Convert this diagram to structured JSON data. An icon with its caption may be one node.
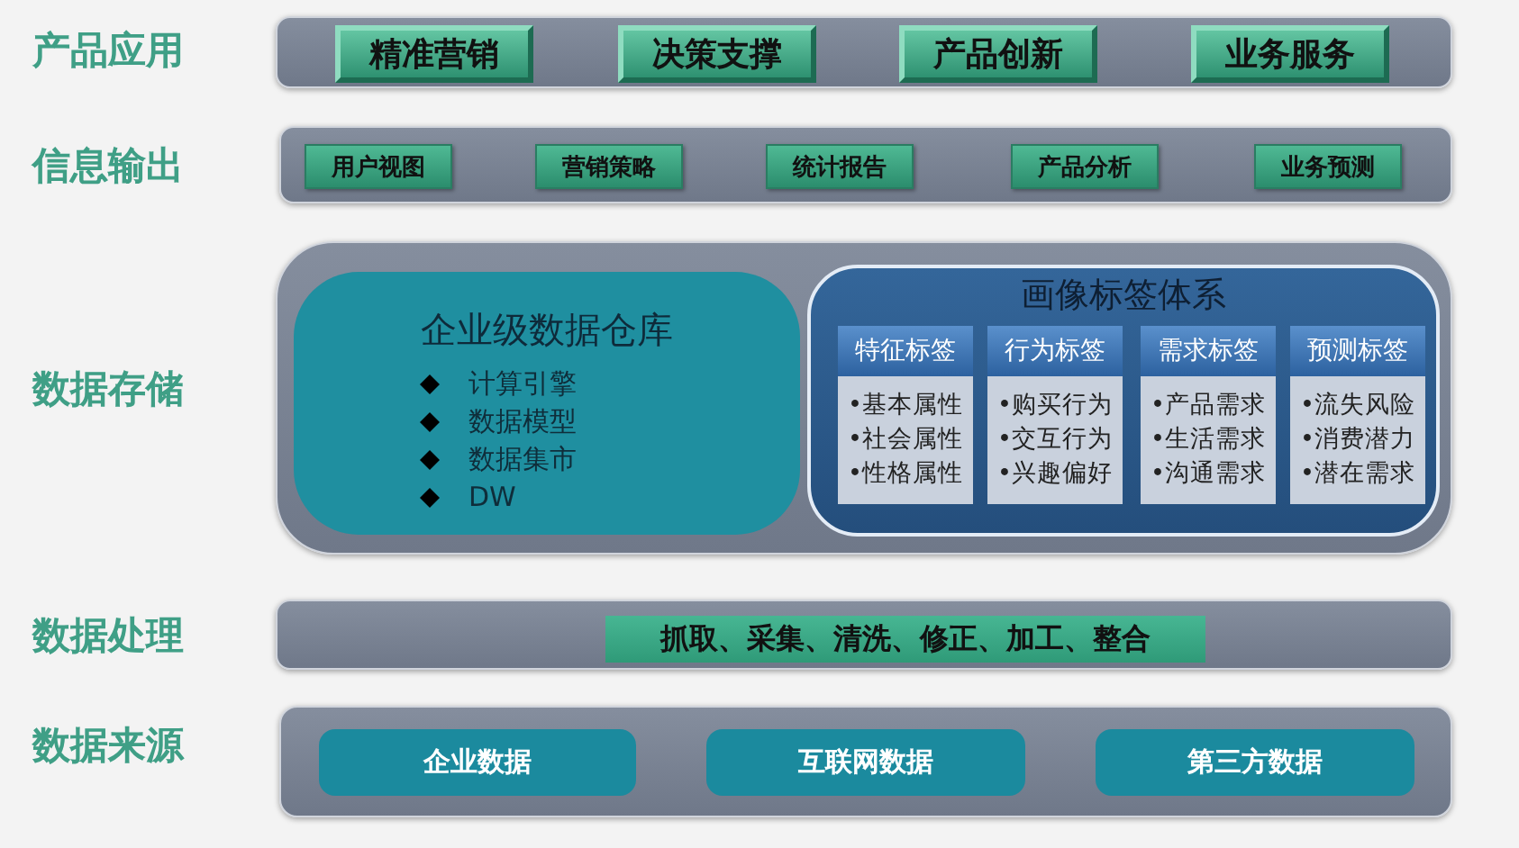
{
  "diagram": {
    "nodes": [
      {
        "text": [
          "产品应用"
        ]
      },
      {
        "text": [
          "精准营销"
        ],
        "in": 0
      },
      {
        "text": [
          "决策支撑"
        ],
        "in": 0
      },
      {
        "text": [
          "产品创新"
        ],
        "in": 0
      },
      {
        "text": [
          "业务服务"
        ],
        "in": 0
      },
      {
        "text": [
          "信息输出"
        ]
      },
      {
        "text": [
          "用户视图"
        ],
        "in": 5
      },
      {
        "text": [
          "营销策略"
        ],
        "in": 5
      },
      {
        "text": [
          "统计报告"
        ],
        "in": 5
      },
      {
        "text": [
          "产品分析"
        ],
        "in": 5
      },
      {
        "text": [
          "业务预测"
        ],
        "in": 5
      },
      {
        "text": [
          "数据存储"
        ]
      },
      {
        "text": [
          "企业级数据仓库",
          "计算引擎",
          "数据模型",
          "数据集市",
          "DW"
        ],
        "in": 11
      },
      {
        "text": [
          "画像标签体系"
        ],
        "in": 11
      },
      {
        "text": [
          "特征标签",
          "•基本属性",
          "•社会属性",
          "•性格属性"
        ],
        "in": 13
      },
      {
        "text": [
          "行为标签",
          "•购买行为",
          "•交互行为",
          "•兴趣偏好"
        ],
        "in": 13
      },
      {
        "text": [
          "需求标签",
          "•产品需求",
          "•生活需求",
          "•沟通需求"
        ],
        "in": 13
      },
      {
        "text": [
          "预测标签",
          "•流失风险",
          "•消费潜力",
          "•潜在需求"
        ],
        "in": 13
      },
      {
        "text": [
          "数据处理"
        ]
      },
      {
        "text": [
          "抓取、采集、清洗、修正、加工、整合"
        ],
        "in": 18
      },
      {
        "text": [
          "数据来源"
        ]
      },
      {
        "text": [
          "企业数据"
        ],
        "in": 20
      },
      {
        "text": [
          "互联网数据"
        ],
        "in": 20
      },
      {
        "text": [
          "第三方数据"
        ],
        "in": 20
      }
    ]
  }
}
